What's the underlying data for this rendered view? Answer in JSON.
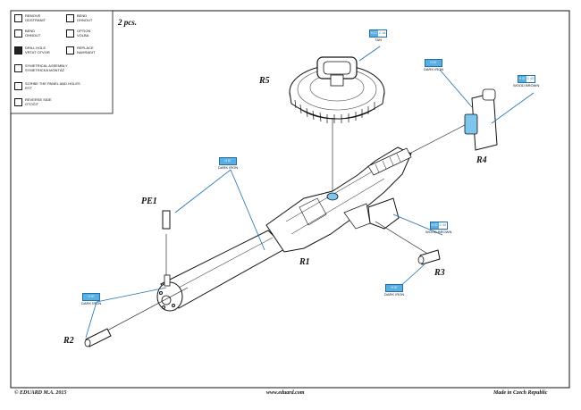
{
  "legend": {
    "items": [
      {
        "lines": [
          "REMOVE",
          "ODSTRANIT"
        ]
      },
      {
        "lines": [
          "BEND",
          "OHNOUT"
        ]
      },
      {
        "lines": [
          "BEND",
          "OHNOUT"
        ]
      },
      {
        "lines": [
          "OPTION",
          "VOLBA"
        ]
      },
      {
        "lines": [
          "DRILL HOLE",
          "VRTAT OTVOR"
        ]
      },
      {
        "lines": [
          "REPLACE",
          "NAHRADIT"
        ]
      },
      {
        "lines": [
          "SYMETRICAL ASSEMBLY",
          "SYMETRICKÁ MONTÁŽ"
        ]
      },
      {
        "lines": [
          "SCRIBE THE PANEL AND HOLES",
          "RÝT"
        ]
      },
      {
        "lines": [
          "REVERSE SIDE",
          "OTOČIT"
        ]
      }
    ]
  },
  "quantity": "2 pcs.",
  "parts": {
    "r1": "R1",
    "r2": "R2",
    "r3": "R3",
    "r4": "R4",
    "r5": "R5",
    "pe1": "PE1"
  },
  "paints": {
    "tan": {
      "codes": [
        "H 27",
        "C 44"
      ],
      "name": "TAN"
    },
    "dark_iron_r5": {
      "codes": [
        "H 57"
      ],
      "name": "DARK IRON"
    },
    "wood_brown_r4": {
      "codes": [
        "H 37",
        "C 43"
      ],
      "name": "WOOD BROWN"
    },
    "dark_iron_pe1": {
      "codes": [
        "H 57"
      ],
      "name": "DARK IRON"
    },
    "wood_brown_grip": {
      "codes": [
        "H 37",
        "C 43"
      ],
      "name": "WOOD BROWN"
    },
    "dark_iron_r3": {
      "codes": [
        "H 57"
      ],
      "name": "DARK IRON"
    },
    "dark_iron_r2": {
      "codes": [
        "H 57"
      ],
      "name": "DARK IRON"
    }
  },
  "footer": {
    "copyright": "© EDUARD M.A. 2015",
    "website": "www.eduard.com",
    "made_in": "Made in Czech Republic"
  },
  "colors": {
    "callout_blue": "#1e6fae",
    "paint_fill": "#5aaee0",
    "ink": "#111111"
  }
}
